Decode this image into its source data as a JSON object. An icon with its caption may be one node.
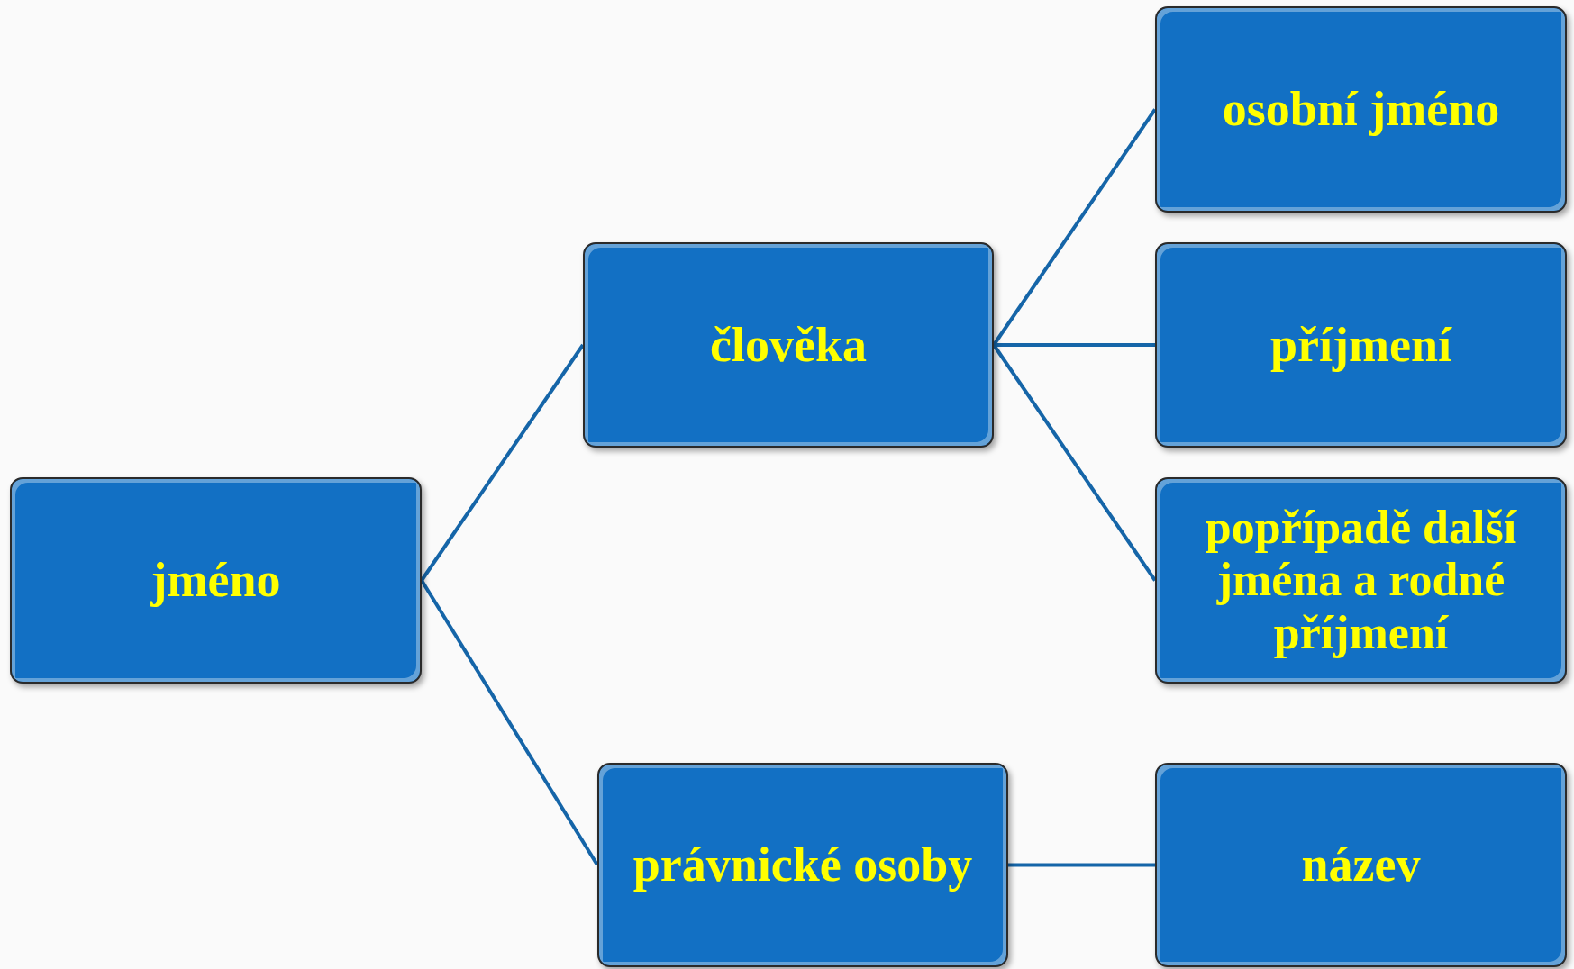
{
  "diagram": {
    "nodes": [
      {
        "text": [
          "jméno"
        ]
      },
      {
        "text": [
          "člověka"
        ]
      },
      {
        "text": [
          "právnické osoby"
        ]
      },
      {
        "text": [
          "osobní jméno"
        ]
      },
      {
        "text": [
          "příjmení"
        ]
      },
      {
        "text": [
          "popřípadě další jména a rodné příjmení"
        ]
      },
      {
        "text": [
          "název"
        ]
      }
    ],
    "edges": [
      {
        "from": 0,
        "to": 1,
        "arrow": "none"
      },
      {
        "from": 0,
        "to": 2,
        "arrow": "none"
      },
      {
        "from": 1,
        "to": 3,
        "arrow": "none"
      },
      {
        "from": 1,
        "to": 4,
        "arrow": "none"
      },
      {
        "from": 1,
        "to": 5,
        "arrow": "none"
      },
      {
        "from": 2,
        "to": 6,
        "arrow": "none"
      }
    ]
  }
}
